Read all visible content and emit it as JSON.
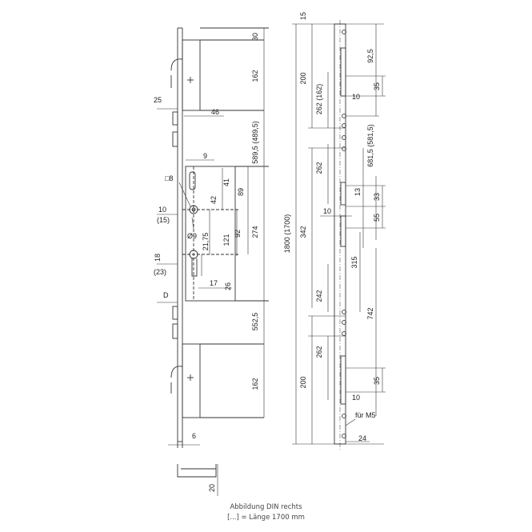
{
  "caption": {
    "line1": "Abbildung DIN rechts",
    "line2": "[...] = Länge 1700 mm"
  },
  "left_view": {
    "dims": {
      "top_30": "30",
      "top_162": "162",
      "faceplate_25": "25",
      "backset_46": "46",
      "dist_5895": "589,5 (489,5)",
      "w_9": "9",
      "sq_8": "□8",
      "d_41": "41",
      "d_89": "89",
      "d_42": "42",
      "d_274": "274",
      "d_10": "10",
      "d_15": "(15)",
      "d_phi9": "Ø9",
      "d_2175": "21,75",
      "d_92": "92",
      "d_121": "121",
      "d_18": "18",
      "d_23": "(23)",
      "d_17": "17",
      "d_26": "26",
      "d_D": "D",
      "d_5525": "552,5",
      "bot_162": "162",
      "d_6": "6",
      "d_20": "20"
    }
  },
  "right_view": {
    "dims": {
      "top_15": "15",
      "r_925": "92,5",
      "r_35_top": "35",
      "r_200_top": "200",
      "r_262_162": "262 (162)",
      "r_10_top": "10",
      "r_6815": "681,5 (581,5)",
      "r_262_mid": "262",
      "r_13": "13",
      "r_33": "33",
      "r_55": "55",
      "r_10_mid": "10",
      "r_342": "342",
      "r_total": "1800 (1700)",
      "r_315": "315",
      "r_242": "242",
      "r_742": "742",
      "r_262_bot": "262",
      "r_200_bot": "200",
      "r_35_bot": "35",
      "r_10_bot": "10",
      "r_fuer_m5": "für M5",
      "r_24": "24"
    }
  }
}
